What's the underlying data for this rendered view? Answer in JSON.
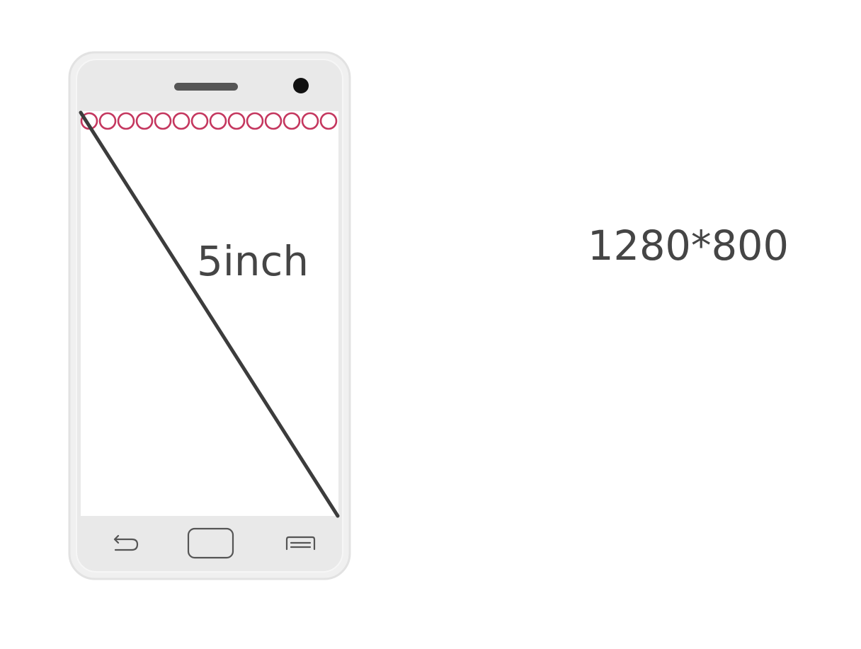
{
  "diagram": {
    "diagonal_label": "5inch",
    "resolution_label": "1280*800",
    "pixel_dot_count": 14,
    "colors": {
      "phone_body": "#e6e6e6",
      "phone_rim": "#eeeeee",
      "screen": "#ffffff",
      "diagonal_line": "#3c3c3c",
      "pixel_dots": "#c4365e",
      "text": "#454545"
    },
    "icons": {
      "earpiece": "speaker-grille-icon",
      "front_camera": "camera-dot-icon",
      "back_key": "back-arrow-icon",
      "home_key": "home-button-icon",
      "menu_key": "menu-lines-icon"
    }
  }
}
